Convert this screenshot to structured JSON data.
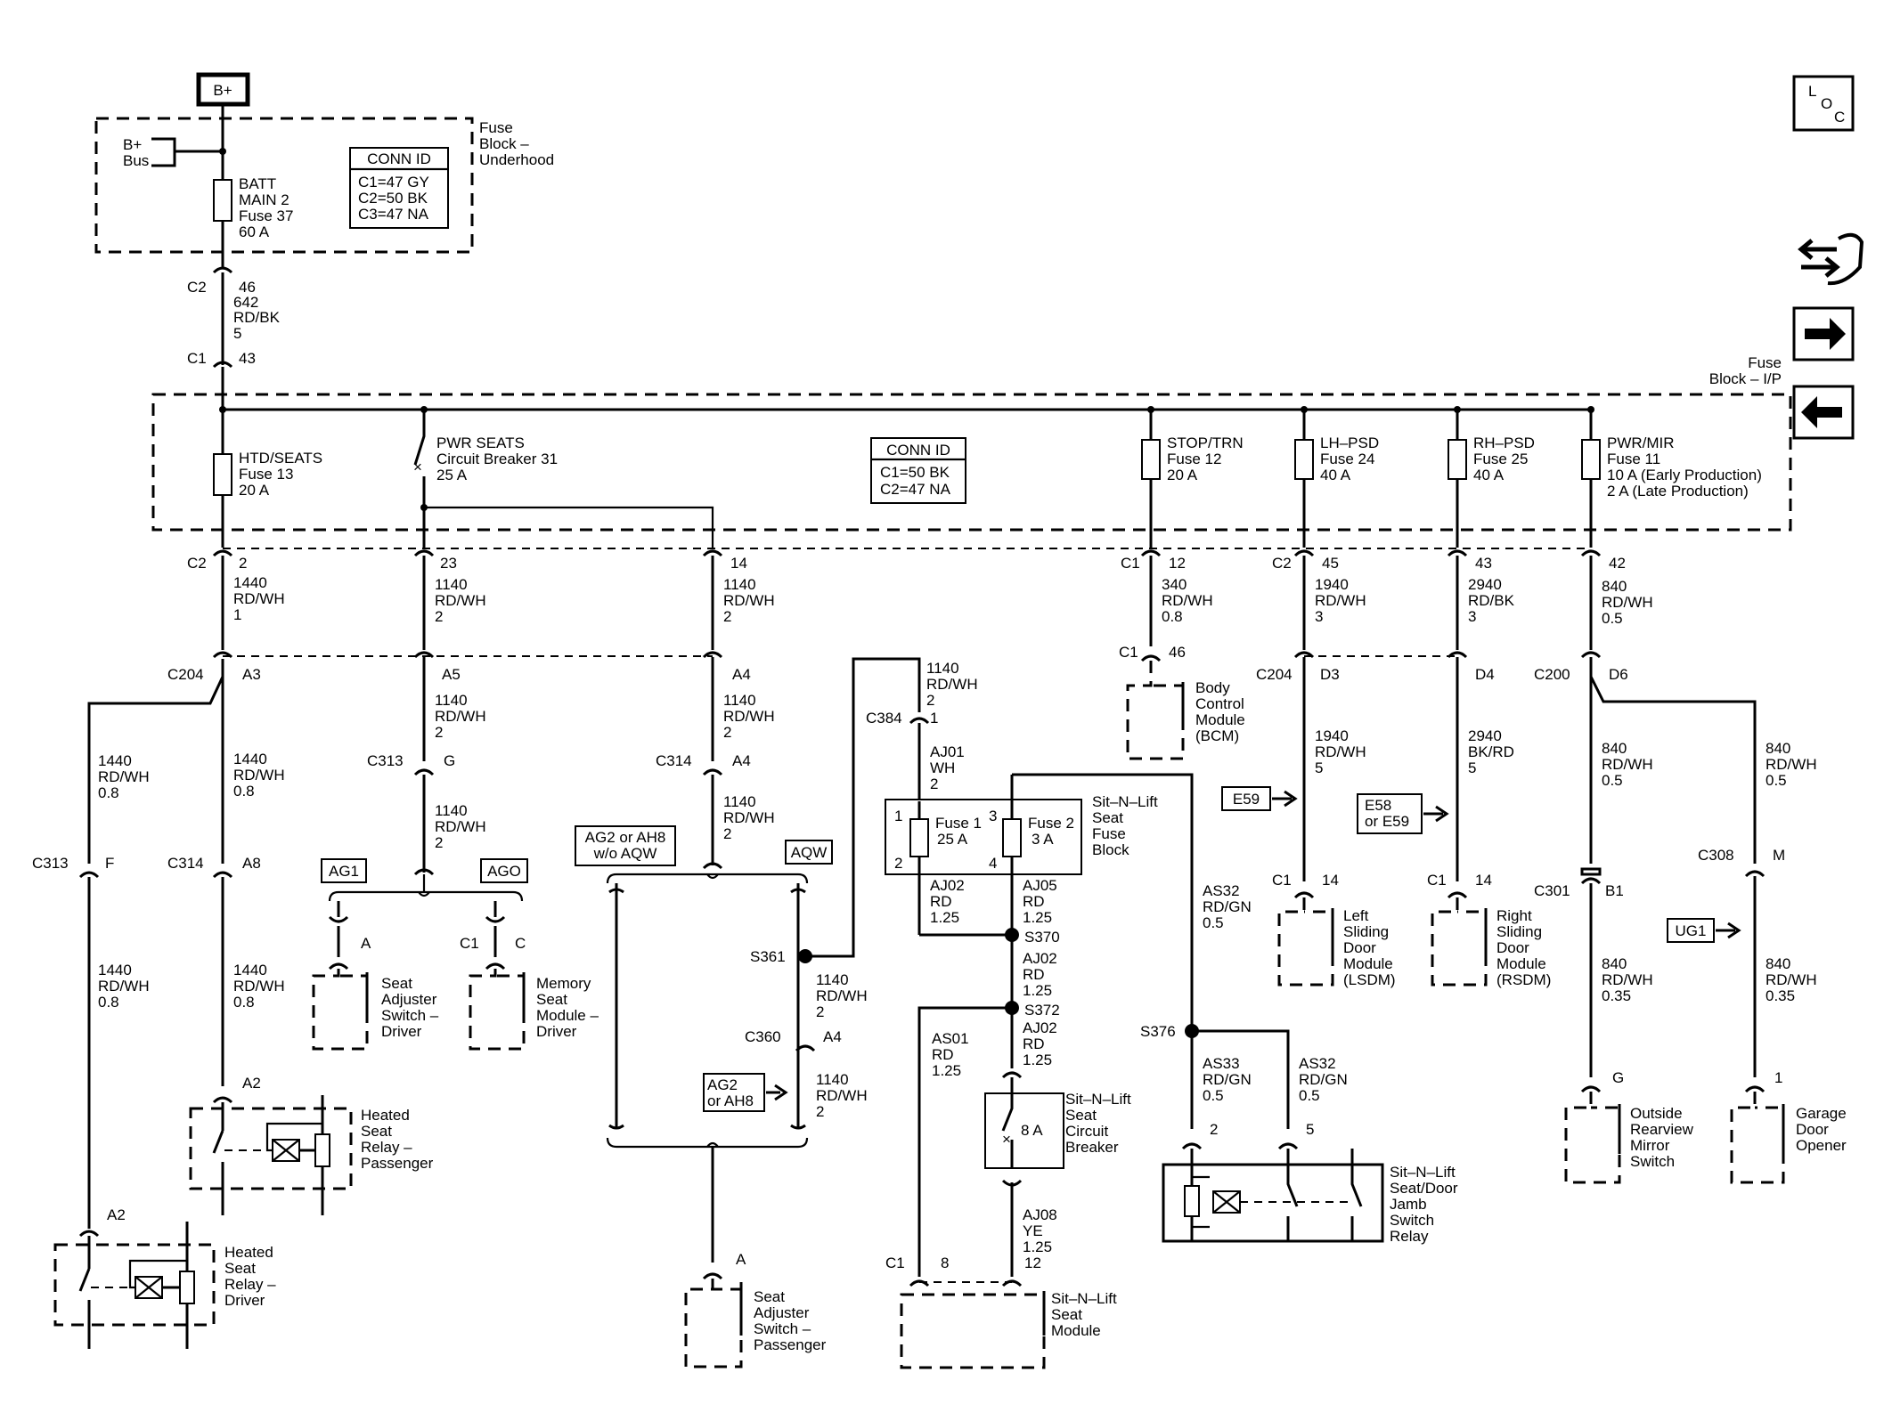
{
  "top_power": {
    "label": "B+"
  },
  "nav": {
    "loc_l": "L",
    "loc_o": "O",
    "loc_c": "C"
  },
  "underhood": {
    "title": [
      "Fuse",
      "Block –",
      "Underhood"
    ],
    "bplus_bus": [
      "B+",
      "Bus"
    ],
    "fuse": [
      "BATT",
      "MAIN 2",
      "Fuse 37",
      "60 A"
    ],
    "conn_title": "CONN ID",
    "conn_lines": [
      "C1=47 GY",
      "C2=50 BK",
      "C3=47 NA"
    ]
  },
  "feed": {
    "c2": "C2",
    "pin46": "46",
    "wire": [
      "642",
      "RD/BK",
      "5"
    ],
    "c1": "C1",
    "pin43": "43"
  },
  "ip_block": {
    "title": [
      "Fuse",
      "Block – I/P"
    ],
    "conn_title": "CONN ID",
    "conn_lines": [
      "C1=50 BK",
      "C2=47 NA"
    ],
    "htd": [
      "HTD/SEATS",
      "Fuse 13",
      "20 A"
    ],
    "pwr": [
      "PWR SEATS",
      "Circuit Breaker 31",
      "25 A"
    ],
    "stop": [
      "STOP/TRN",
      "Fuse 12",
      "20 A"
    ],
    "lh": [
      "LH–PSD",
      "Fuse 24",
      "40 A"
    ],
    "rh": [
      "RH–PSD",
      "Fuse 25",
      "40 A"
    ],
    "mir": [
      "PWR/MIR",
      "Fuse 11",
      "10 A (Early Production)",
      "2 A (Late Production)"
    ]
  },
  "col1": {
    "c2": "C2",
    "pin": "2",
    "wire": [
      "1440",
      "RD/WH",
      "1"
    ],
    "c204": "C204",
    "a3": "A3",
    "wl": [
      "1440",
      "RD/WH",
      "0.8"
    ],
    "wr": [
      "1440",
      "RD/WH",
      "0.8"
    ],
    "c313": "C313",
    "f": "F",
    "c314": "C314",
    "a8": "A8",
    "wl2": [
      "1440",
      "RD/WH",
      "0.8"
    ],
    "wr2": [
      "1440",
      "RD/WH",
      "0.8"
    ],
    "a2p": "A2",
    "a2d": "A2",
    "relay_p": [
      "Heated",
      "Seat",
      "Relay –",
      "Passenger"
    ],
    "relay_d": [
      "Heated",
      "Seat",
      "Relay –",
      "Driver"
    ]
  },
  "col2": {
    "pin": "23",
    "wire": [
      "1140",
      "RD/WH",
      "2"
    ],
    "a5": "A5",
    "wire2": [
      "1140",
      "RD/WH",
      "2"
    ],
    "c313": "C313",
    "g": "G",
    "wire3": [
      "1140",
      "RD/WH",
      "2"
    ],
    "ag1": "AG1",
    "ago": "AGO",
    "a": "A",
    "c1": "C1",
    "c": "C",
    "sw_driver": [
      "Seat",
      "Adjuster",
      "Switch –",
      "Driver"
    ],
    "mem": [
      "Memory",
      "Seat",
      "Module –",
      "Driver"
    ]
  },
  "col3": {
    "pin": "14",
    "wire": [
      "1140",
      "RD/WH",
      "2"
    ],
    "a4": "A4",
    "wire2": [
      "1140",
      "RD/WH",
      "2"
    ],
    "c314": "C314",
    "a4b": "A4",
    "wire3": [
      "1140",
      "RD/WH",
      "2"
    ],
    "ag2ah8": [
      "AG2 or AH8",
      "w/o AQW"
    ],
    "aqw": "AQW",
    "s361": "S361",
    "wire4": [
      "1140",
      "RD/WH",
      "2"
    ],
    "c360": "C360",
    "a4c": "A4",
    "wire5": [
      "1140",
      "RD/WH",
      "2"
    ],
    "ag2box": [
      "AG2",
      "or AH8"
    ],
    "a": "A",
    "sw_pass": [
      "Seat",
      "Adjuster",
      "Switch –",
      "Passenger"
    ]
  },
  "sitnlift": {
    "wire_top": [
      "1140",
      "RD/WH",
      "2"
    ],
    "c384": "C384",
    "pin1": "1",
    "aj01": [
      "AJ01",
      "WH",
      "2"
    ],
    "fuse1": [
      "Fuse 1",
      "25 A"
    ],
    "fuse2": [
      "Fuse 2",
      "3 A"
    ],
    "p1": "1",
    "p2": "2",
    "p3": "3",
    "p4": "4",
    "block": [
      "Sit–N–Lift",
      "Seat",
      "Fuse",
      "Block"
    ],
    "aj02": [
      "AJ02",
      "RD",
      "1.25"
    ],
    "aj05": [
      "AJ05",
      "RD",
      "1.25"
    ],
    "s370": "S370",
    "aj02b": [
      "AJ02",
      "RD",
      "1.25"
    ],
    "s372": "S372",
    "as01": [
      "AS01",
      "RD",
      "1.25"
    ],
    "aj02c": [
      "AJ02",
      "RD",
      "1.25"
    ],
    "cb": [
      "Sit–N–Lift",
      "Seat",
      "Circuit",
      "Breaker"
    ],
    "cb_rating": "8 A",
    "aj08": [
      "AJ08",
      "YE",
      "1.25"
    ],
    "c1": "C1",
    "p8": "8",
    "p12": "12",
    "module": [
      "Sit–N–Lift",
      "Seat",
      "Module"
    ],
    "as32": [
      "AS32",
      "RD/GN",
      "0.5"
    ],
    "s376": "S376",
    "as33": [
      "AS33",
      "RD/GN",
      "0.5"
    ],
    "as32b": [
      "AS32",
      "RD/GN",
      "0.5"
    ],
    "rp2": "2",
    "rp5": "5",
    "relay": [
      "Sit–N–Lift",
      "Seat/Door",
      "Jamb",
      "Switch",
      "Relay"
    ]
  },
  "bcm": {
    "c1": "C1",
    "pin12": "12",
    "wire": [
      "340",
      "RD/WH",
      "0.8"
    ],
    "c1b": "C1",
    "pin46": "46",
    "label": [
      "Body",
      "Control",
      "Module",
      "(BCM)"
    ]
  },
  "lh": {
    "c2": "C2",
    "pin": "45",
    "wire": [
      "1940",
      "RD/WH",
      "3"
    ],
    "c204": "C204",
    "d3": "D3",
    "wire2": [
      "1940",
      "RD/WH",
      "5"
    ],
    "e59": "E59",
    "c1": "C1",
    "p14": "14",
    "label": [
      "Left",
      "Sliding",
      "Door",
      "Module",
      "(LSDM)"
    ]
  },
  "rh": {
    "pin": "43",
    "wire": [
      "2940",
      "RD/BK",
      "3"
    ],
    "d4": "D4",
    "wire2": [
      "2940",
      "BK/RD",
      "5"
    ],
    "e58": [
      "E58",
      "or E59"
    ],
    "c1": "C1",
    "p14": "14",
    "label": [
      "Right",
      "Sliding",
      "Door",
      "Module",
      "(RSDM)"
    ]
  },
  "mir": {
    "pin": "42",
    "wire": [
      "840",
      "RD/WH",
      "0.5"
    ],
    "c200": "C200",
    "d6": "D6",
    "wl": [
      "840",
      "RD/WH",
      "0.5"
    ],
    "wr": [
      "840",
      "RD/WH",
      "0.5"
    ],
    "c301": "C301",
    "b1": "B1",
    "c308": "C308",
    "m": "M",
    "wl2": [
      "840",
      "RD/WH",
      "0.35"
    ],
    "wr2": [
      "840",
      "RD/WH",
      "0.35"
    ],
    "ug1": "UG1",
    "g": "G",
    "p1": "1",
    "mirror": [
      "Outside",
      "Rearview",
      "Mirror",
      "Switch"
    ],
    "garage": [
      "Garage",
      "Door",
      "Opener"
    ]
  }
}
